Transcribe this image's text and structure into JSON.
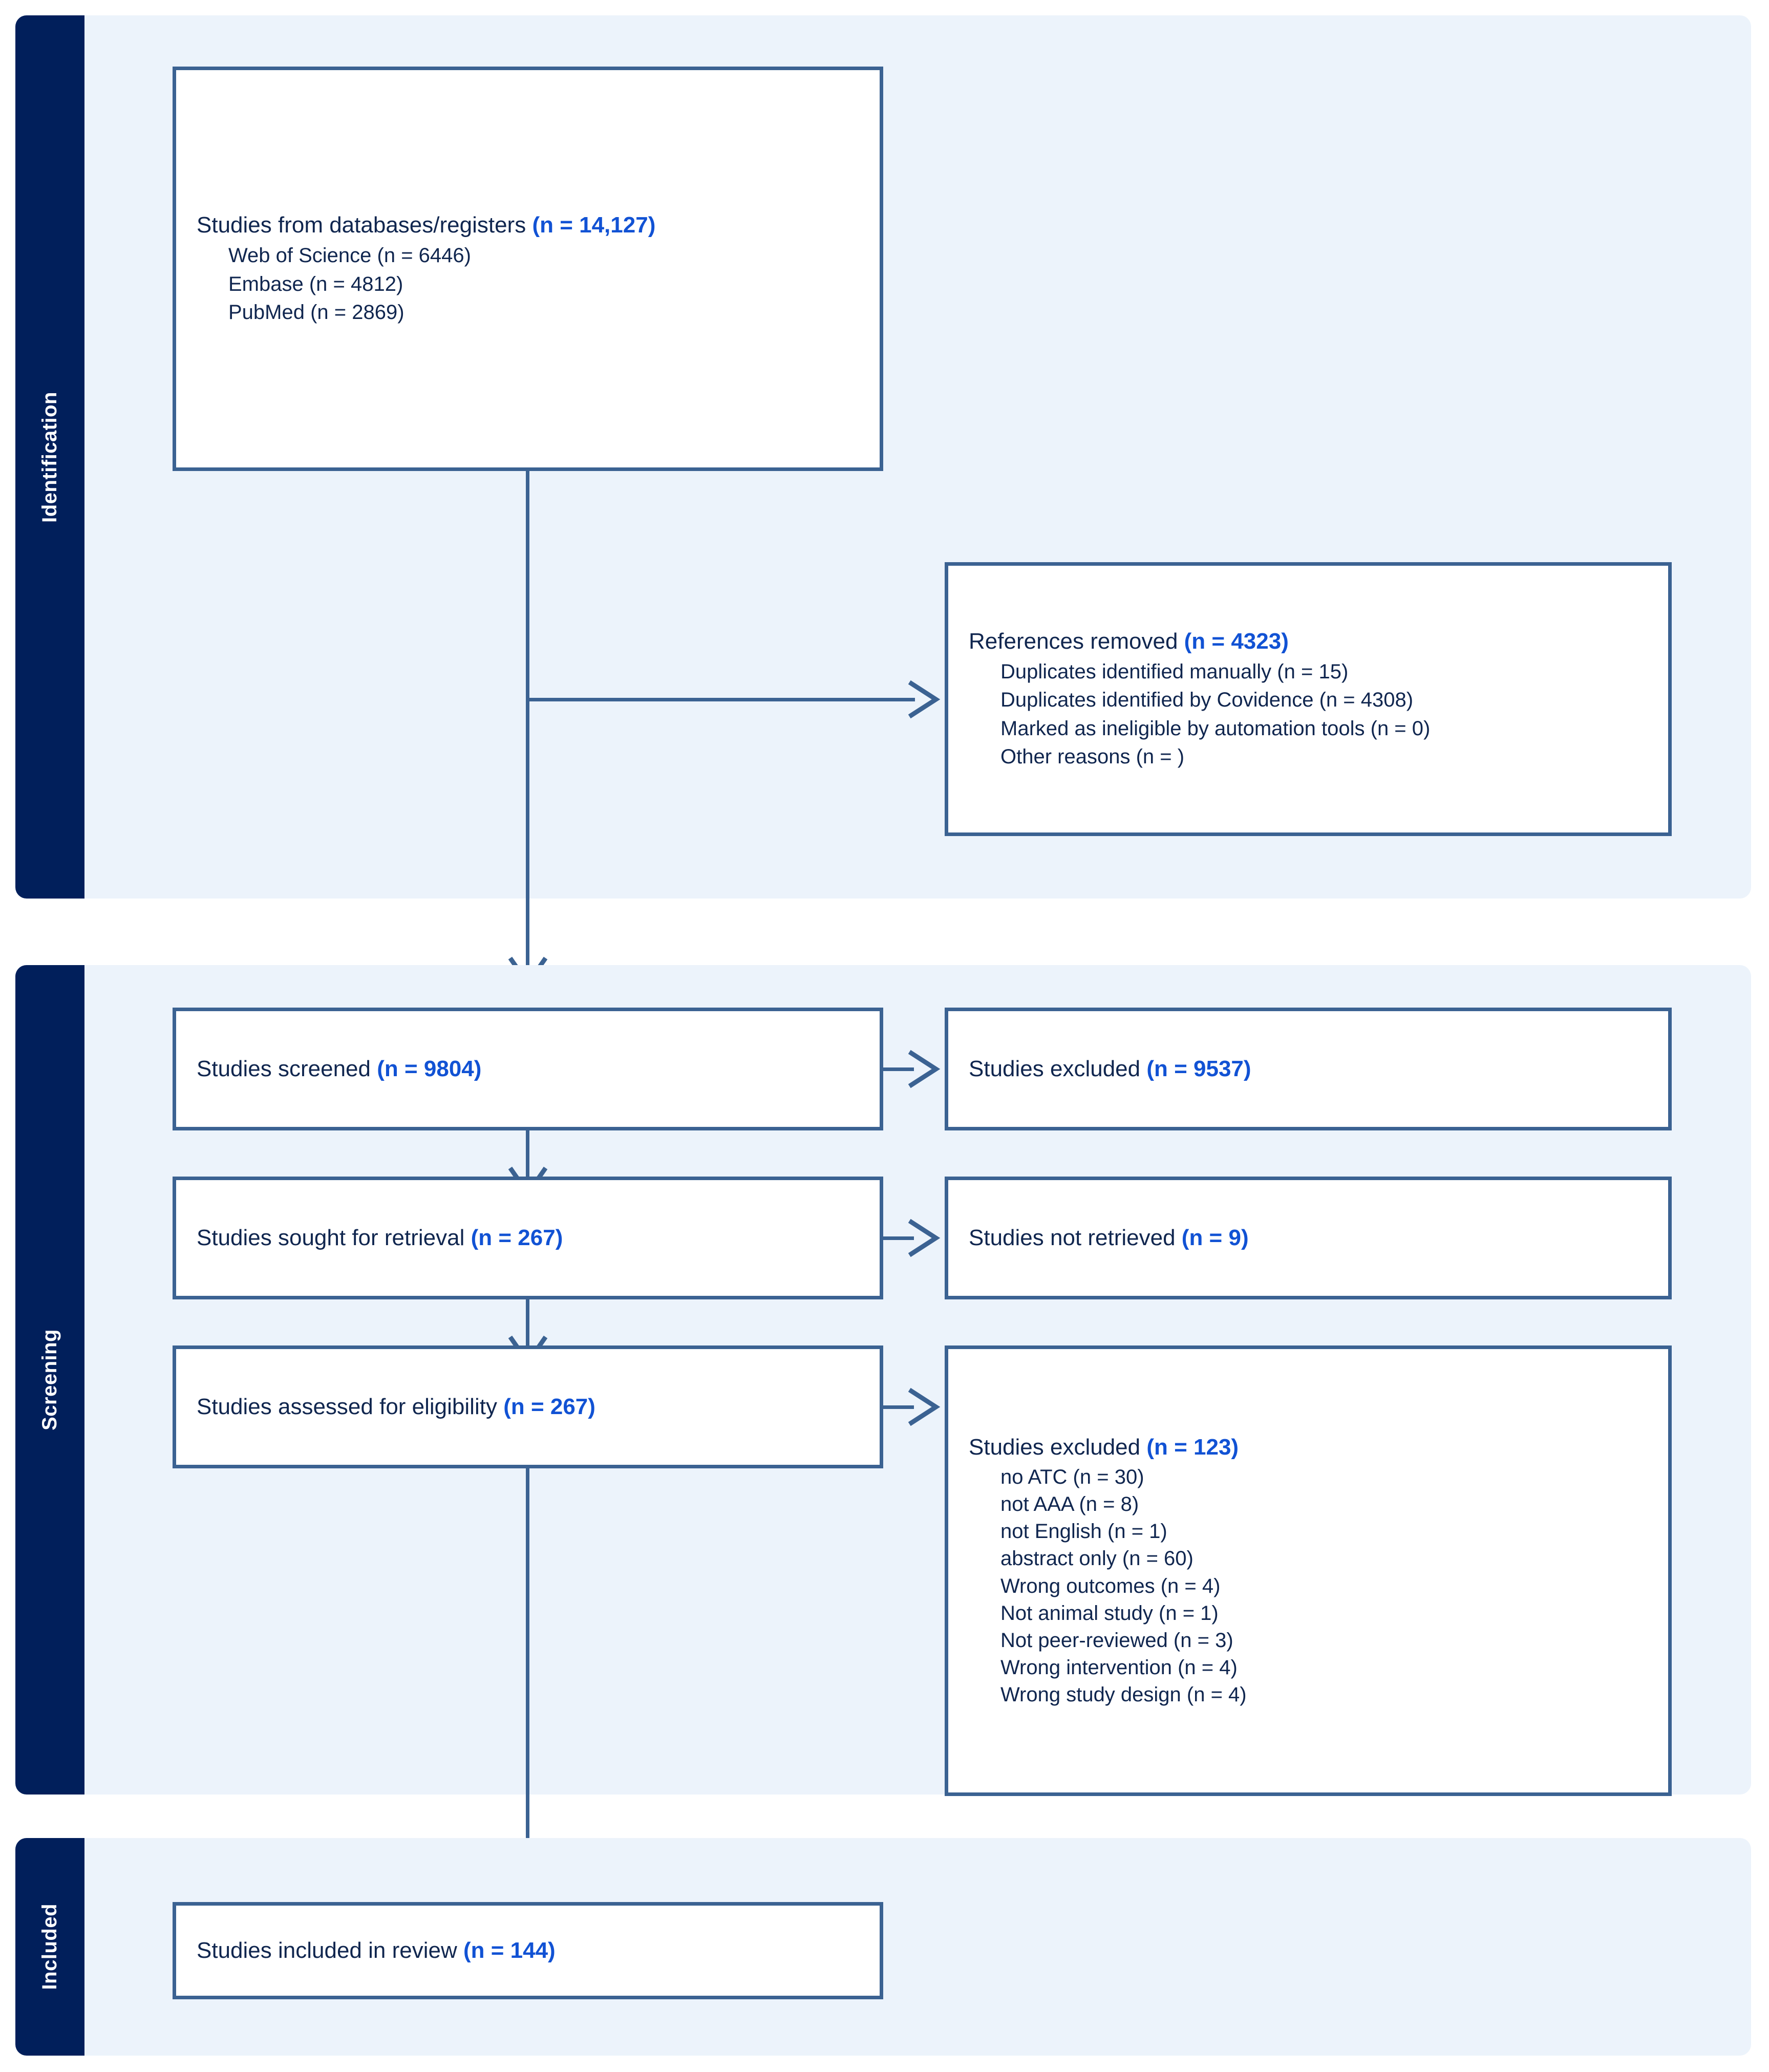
{
  "diagram": {
    "title": "PRISMA 2020 flow diagram",
    "colors": {
      "band_background": "#ecf3fb",
      "sidebar_background": "#011f5b",
      "sidebar_text": "#ffffff",
      "box_border": "#3b6292",
      "box_background": "#ffffff",
      "text": "#10264f",
      "count_accent": "#1152d4",
      "connector": "#3b6292"
    }
  },
  "stages": [
    {
      "id": "identification",
      "label": "Identification"
    },
    {
      "id": "screening",
      "label": "Screening"
    },
    {
      "id": "included",
      "label": "Included"
    }
  ],
  "boxes": {
    "databases": {
      "name": "studies-from-databases",
      "heading_text": "Studies from databases/registers ",
      "heading_count": "(n = 14,127)",
      "items": [
        "Web of Science (n = 6446)",
        "Embase (n = 4812)",
        "PubMed (n = 2869)"
      ]
    },
    "references_removed": {
      "name": "references-removed",
      "heading_text": "References removed ",
      "heading_count": "(n = 4323)",
      "items": [
        "Duplicates identified manually (n = 15)",
        "Duplicates identified by Covidence (n = 4308)",
        "Marked as ineligible by automation tools (n = 0)",
        "Other reasons (n = )"
      ]
    },
    "screened": {
      "name": "studies-screened",
      "heading_text": "Studies screened ",
      "heading_count": "(n = 9804)",
      "items": []
    },
    "screened_excluded": {
      "name": "studies-excluded-screening",
      "heading_text": "Studies excluded ",
      "heading_count": "(n = 9537)",
      "items": []
    },
    "sought": {
      "name": "studies-sought-for-retrieval",
      "heading_text": "Studies sought for retrieval ",
      "heading_count": "(n = 267)",
      "items": []
    },
    "not_retrieved": {
      "name": "studies-not-retrieved",
      "heading_text": "Studies not retrieved ",
      "heading_count": "(n = 9)",
      "items": []
    },
    "assessed": {
      "name": "studies-assessed-for-eligibility",
      "heading_text": "Studies assessed for eligibility ",
      "heading_count": "(n = 267)",
      "items": []
    },
    "eligibility_excluded": {
      "name": "studies-excluded-eligibility",
      "heading_text": "Studies excluded ",
      "heading_count": "(n = 123)",
      "items": [
        "no ATC (n = 30)",
        "not AAA (n = 8)",
        "not English (n = 1)",
        "abstract only (n = 60)",
        "Wrong outcomes (n = 4)",
        "Not animal study (n = 1)",
        "Not peer-reviewed (n = 3)",
        "Wrong intervention (n = 4)",
        "Wrong study design (n = 4)"
      ]
    },
    "included": {
      "name": "studies-included-in-review",
      "heading_text": "Studies included in review ",
      "heading_count": "(n = 144)",
      "items": []
    }
  },
  "chart_data": {
    "type": "diagram",
    "title": "PRISMA flow of study selection",
    "nodes": [
      {
        "id": "databases",
        "stage": "Identification",
        "label": "Studies from databases/registers",
        "n": 14127,
        "breakdown": [
          {
            "label": "Web of Science",
            "n": 6446
          },
          {
            "label": "Embase",
            "n": 4812
          },
          {
            "label": "PubMed",
            "n": 2869
          }
        ]
      },
      {
        "id": "references_removed",
        "stage": "Identification",
        "label": "References removed",
        "n": 4323,
        "breakdown": [
          {
            "label": "Duplicates identified manually",
            "n": 15
          },
          {
            "label": "Duplicates identified by Covidence",
            "n": 4308
          },
          {
            "label": "Marked as ineligible by automation tools",
            "n": 0
          },
          {
            "label": "Other reasons",
            "n": null
          }
        ]
      },
      {
        "id": "screened",
        "stage": "Screening",
        "label": "Studies screened",
        "n": 9804,
        "breakdown": []
      },
      {
        "id": "screened_excluded",
        "stage": "Screening",
        "label": "Studies excluded",
        "n": 9537,
        "breakdown": []
      },
      {
        "id": "sought",
        "stage": "Screening",
        "label": "Studies sought for retrieval",
        "n": 267,
        "breakdown": []
      },
      {
        "id": "not_retrieved",
        "stage": "Screening",
        "label": "Studies not retrieved",
        "n": 9,
        "breakdown": []
      },
      {
        "id": "assessed",
        "stage": "Screening",
        "label": "Studies assessed for eligibility",
        "n": 267,
        "breakdown": []
      },
      {
        "id": "eligibility_excluded",
        "stage": "Screening",
        "label": "Studies excluded",
        "n": 123,
        "breakdown": [
          {
            "label": "no ATC",
            "n": 30
          },
          {
            "label": "not AAA",
            "n": 8
          },
          {
            "label": "not English",
            "n": 1
          },
          {
            "label": "abstract only",
            "n": 60
          },
          {
            "label": "Wrong outcomes",
            "n": 4
          },
          {
            "label": "Not animal study",
            "n": 1
          },
          {
            "label": "Not peer-reviewed",
            "n": 3
          },
          {
            "label": "Wrong intervention",
            "n": 4
          },
          {
            "label": "Wrong study design",
            "n": 4
          }
        ]
      },
      {
        "id": "included",
        "stage": "Included",
        "label": "Studies included in review",
        "n": 144,
        "breakdown": []
      }
    ],
    "edges": [
      {
        "from": "databases",
        "to": "references_removed",
        "direction": "right"
      },
      {
        "from": "databases",
        "to": "screened",
        "direction": "down"
      },
      {
        "from": "screened",
        "to": "screened_excluded",
        "direction": "right"
      },
      {
        "from": "screened",
        "to": "sought",
        "direction": "down"
      },
      {
        "from": "sought",
        "to": "not_retrieved",
        "direction": "right"
      },
      {
        "from": "sought",
        "to": "assessed",
        "direction": "down"
      },
      {
        "from": "assessed",
        "to": "eligibility_excluded",
        "direction": "right"
      },
      {
        "from": "assessed",
        "to": "included",
        "direction": "down"
      }
    ]
  }
}
